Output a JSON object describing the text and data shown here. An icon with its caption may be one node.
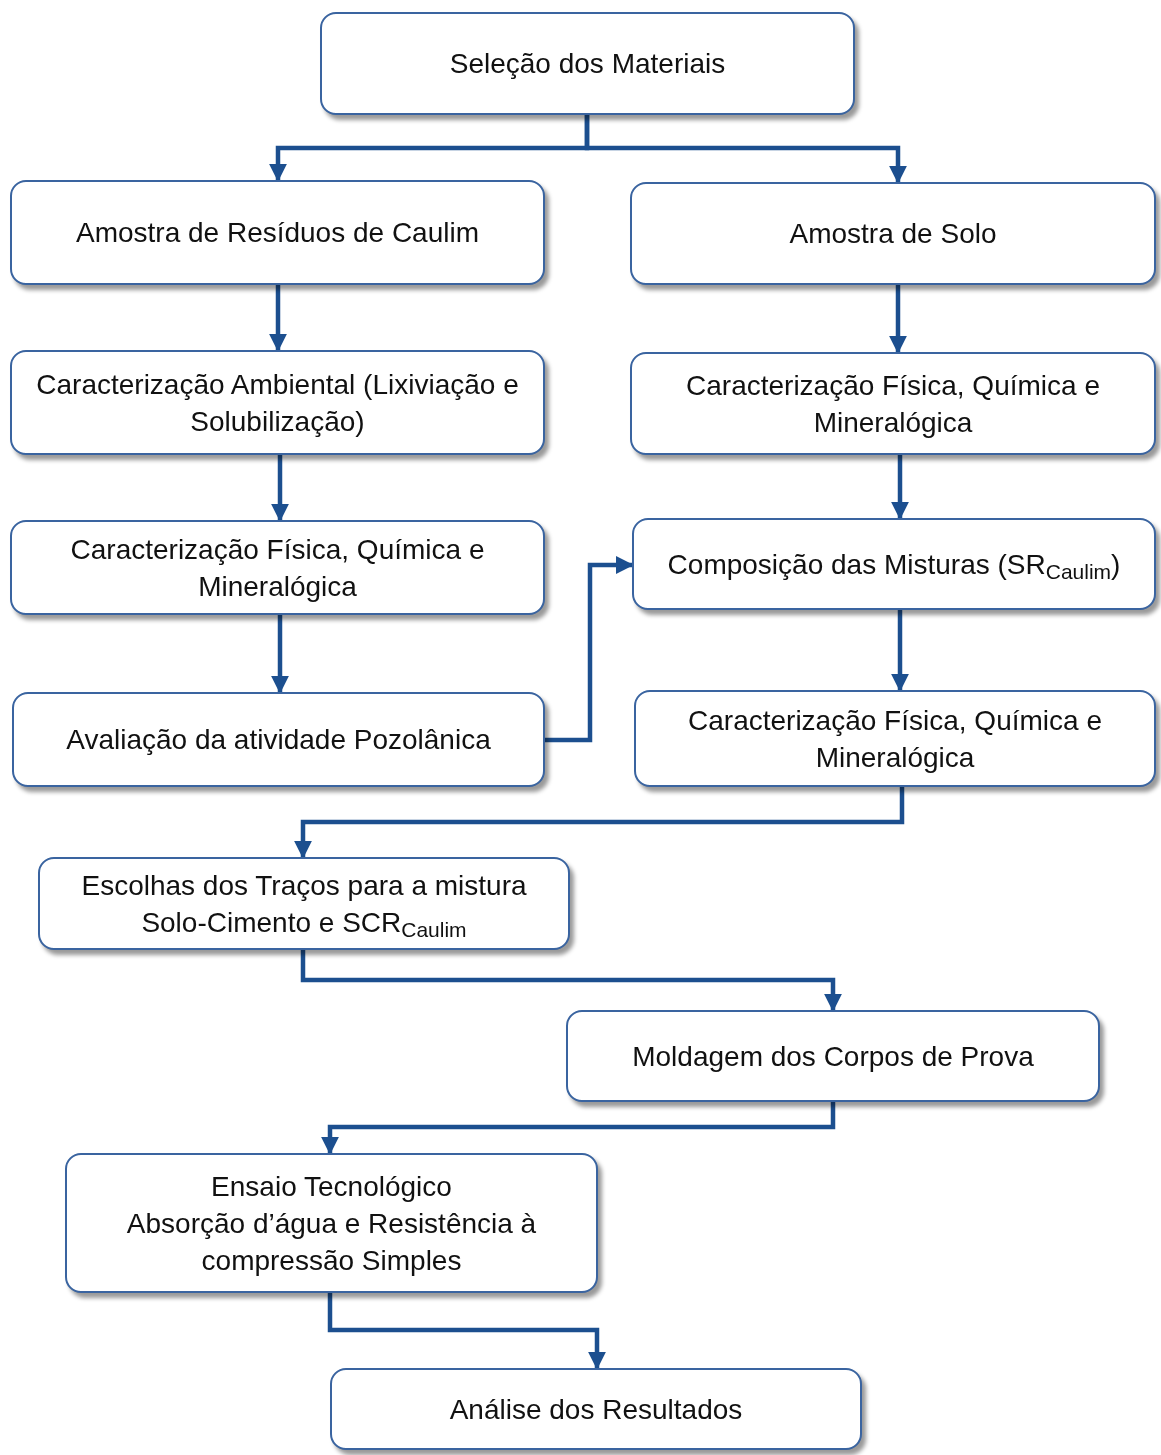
{
  "diagram": {
    "nodes": [
      {
        "text": [
          "Seleção dos Materiais"
        ]
      },
      {
        "text": [
          "Amostra de Resíduos de Caulim"
        ]
      },
      {
        "text": [
          "Amostra de Solo"
        ]
      },
      {
        "text": [
          "Caracterização Ambiental (Lixiviação e Solubilização)"
        ]
      },
      {
        "text": [
          "Caracterização Física, Química e Mineralógica"
        ]
      },
      {
        "text": [
          "Caracterização Física, Química e Mineralógica"
        ]
      },
      {
        "text": [
          "Composição das Misturas (SR$_{Caulim}$)"
        ]
      },
      {
        "text": [
          "Avaliação da atividade Pozolânica"
        ]
      },
      {
        "text": [
          "Caracterização Física, Química e Mineralógica"
        ]
      },
      {
        "text": [
          "Escolhas dos Traços para a mistura Solo-Cimento e SCR$_{Caulim}$"
        ]
      },
      {
        "text": [
          "Moldagem dos Corpos de Prova"
        ]
      },
      {
        "text": [
          "Ensaio Tecnológico",
          "Absorção d’água e Resistência à compressão Simples"
        ]
      },
      {
        "text": [
          "Análise dos Resultados"
        ]
      }
    ],
    "edges": [
      {
        "from": 0,
        "to": 1,
        "arrow": "to"
      },
      {
        "from": 0,
        "to": 2,
        "arrow": "to"
      },
      {
        "from": 1,
        "to": 3,
        "arrow": "to"
      },
      {
        "from": 3,
        "to": 5,
        "arrow": "to"
      },
      {
        "from": 5,
        "to": 7,
        "arrow": "to"
      },
      {
        "from": 7,
        "to": 6,
        "arrow": "to"
      },
      {
        "from": 2,
        "to": 4,
        "arrow": "to"
      },
      {
        "from": 4,
        "to": 6,
        "arrow": "to"
      },
      {
        "from": 6,
        "to": 8,
        "arrow": "to"
      },
      {
        "from": 8,
        "to": 9,
        "arrow": "to"
      },
      {
        "from": 9,
        "to": 10,
        "arrow": "to"
      },
      {
        "from": 10,
        "to": 11,
        "arrow": "to"
      },
      {
        "from": 11,
        "to": 12,
        "arrow": "to"
      }
    ]
  }
}
